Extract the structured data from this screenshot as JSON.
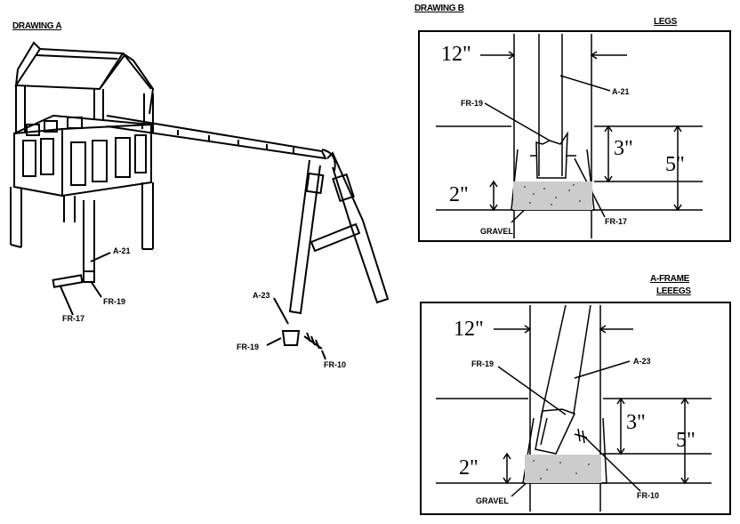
{
  "drawing_a": {
    "title": "DRAWING A",
    "labels": {
      "a21": "A-21",
      "fr19": "FR-19",
      "fr17": "FR-17",
      "a23": "A-23",
      "fr19b": "FR-19",
      "fr10": "FR-10"
    }
  },
  "drawing_b": {
    "title": "DRAWING B"
  },
  "legs_panel": {
    "title": "LEGS",
    "dim_top": "12\"",
    "dim_3": "3\"",
    "dim_5": "5\"",
    "dim_2": "2\"",
    "labels": {
      "a21": "A-21",
      "fr19": "FR-19",
      "fr17": "FR-17",
      "gravel": "GRAVEL"
    }
  },
  "aframe_panel": {
    "title_line1": "A-FRAME",
    "title_line2": "LEEEGS",
    "dim_top": "12\"",
    "dim_3": "3\"",
    "dim_5": "5\"",
    "dim_2": "2\"",
    "labels": {
      "a23": "A-23",
      "fr19": "FR-19",
      "fr10": "FR-10",
      "gravel": "GRAVEL"
    }
  }
}
